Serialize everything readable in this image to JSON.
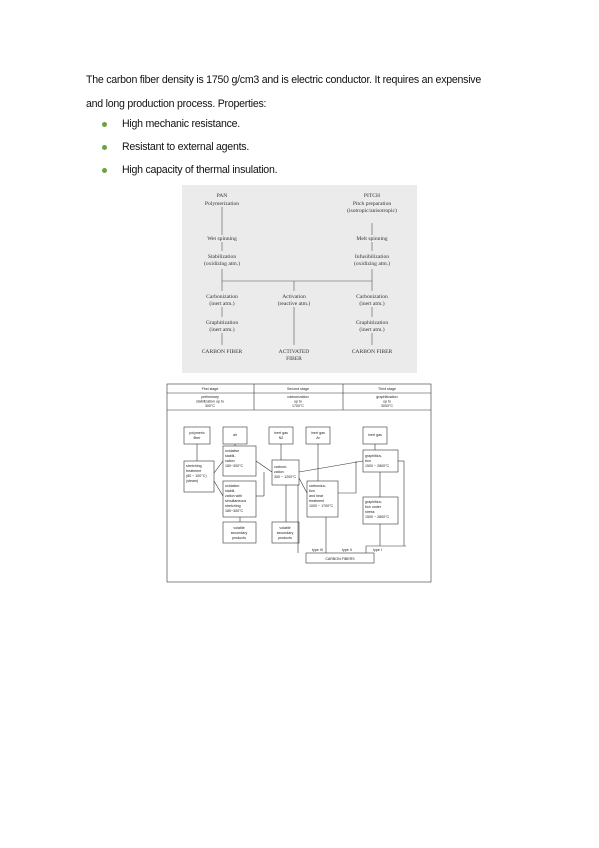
{
  "intro": {
    "line1": "The carbon fiber density is 1750 g/cm3 and is electric conductor. It requires an expensive",
    "line2": "and long production process. Properties:"
  },
  "properties": [
    "High mechanic resistance.",
    "Resistant to external agents.",
    "High capacity of thermal insulation."
  ],
  "figure1": {
    "pan_title": "PAN",
    "pan_steps": [
      "Polymerization",
      "Wet spinning",
      "Stabilization",
      "(oxidizing atm.)"
    ],
    "pitch_title": "PITCH",
    "pitch_steps": [
      "Pitch preparation",
      "(isotropic/anisotropic)",
      "Melt spinning",
      "Infusibilization",
      "(oxidizing atm.)"
    ],
    "carb_left": [
      "Carbonization",
      "(inert atm.)"
    ],
    "activation": [
      "Activation",
      "(reactive atm.)"
    ],
    "carb_right": [
      "Carbonization",
      "(inert atm.)"
    ],
    "graph_left": [
      "Graphitization",
      "(inert atm.)"
    ],
    "graph_right": [
      "Graphitization",
      "(inert atm.)"
    ],
    "out_left": "CARBON FIBER",
    "out_mid": [
      "ACTIVATED",
      "FIBER"
    ],
    "out_right": "CARBON FIBER"
  },
  "figure2": {
    "stages": [
      {
        "title": "First stage",
        "sub": [
          "preliminary",
          "stabilization up to",
          "300°C"
        ]
      },
      {
        "title": "Second stage",
        "sub": [
          "carbonization",
          "up to",
          "1700°C"
        ]
      },
      {
        "title": "Third stage",
        "sub": [
          "graphitization",
          "up to",
          "3000°C"
        ]
      }
    ],
    "boxes": {
      "polymeric": [
        "polymeric",
        "fiber"
      ],
      "air": [
        "air"
      ],
      "inert_n2": [
        "inert gas",
        "N2"
      ],
      "inert_ar": [
        "inert gas",
        "Ar"
      ],
      "inert_gas": [
        "inert gas"
      ],
      "stretching": [
        "stretching",
        "treatment",
        "(80 ~ 100°C)",
        "(steam)"
      ],
      "oxid1": [
        "oxidative",
        "stabili-",
        "cation",
        "180~300°C"
      ],
      "oxid2": [
        "oxidation",
        "stabili-",
        "zation with",
        "simultaneous",
        "stretching",
        "180~300°C"
      ],
      "carbon": [
        "carboni-",
        "zation",
        "300 ~ 1200°C"
      ],
      "carbon_heat": [
        "carboniza-",
        "tion",
        "and heat",
        "treatment",
        "1000 ~ 1700°C"
      ],
      "graph1": [
        "graphitiza-",
        "tion",
        "1500 ~ 2800°C"
      ],
      "graph2": [
        "graphitiza-",
        "tion under",
        "stress",
        "1500 ~ 2800°C"
      ],
      "volatile1": [
        "volatile",
        "secondary",
        "products"
      ],
      "volatile2": [
        "volatile",
        "secondary",
        "products"
      ]
    },
    "types": [
      "type III",
      "type II",
      "type I"
    ],
    "result": "CARBON FIBERS"
  }
}
